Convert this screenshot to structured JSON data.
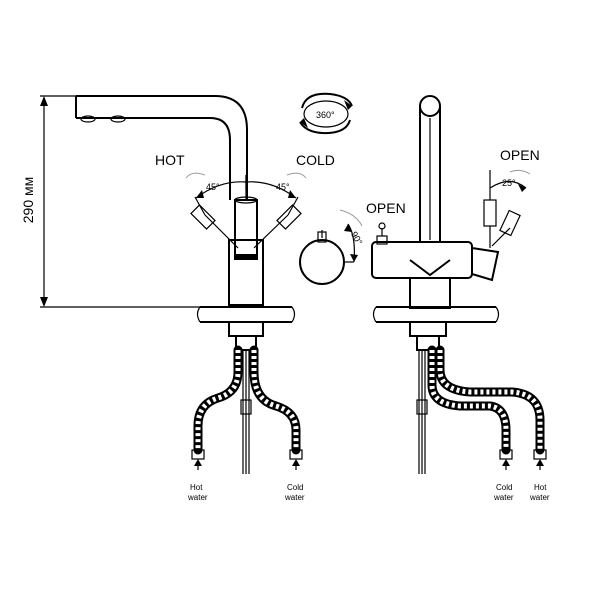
{
  "dimensions": {
    "height": "290 мм"
  },
  "labels": {
    "hot": "HOT",
    "cold": "COLD",
    "angle_hot": "45°",
    "angle_cold": "45°",
    "rotation": "360°",
    "open_left": "OPEN",
    "open_right": "OPEN",
    "angle_lever": "90°",
    "angle_filter": "25°"
  },
  "hoses_left": {
    "hot_line1": "Hot",
    "hot_line2": "water",
    "cold_line1": "Cold",
    "cold_line2": "water"
  },
  "hoses_right": {
    "cold_line1": "Cold",
    "cold_line2": "water",
    "hot_line1": "Hot",
    "hot_line2": "water"
  }
}
